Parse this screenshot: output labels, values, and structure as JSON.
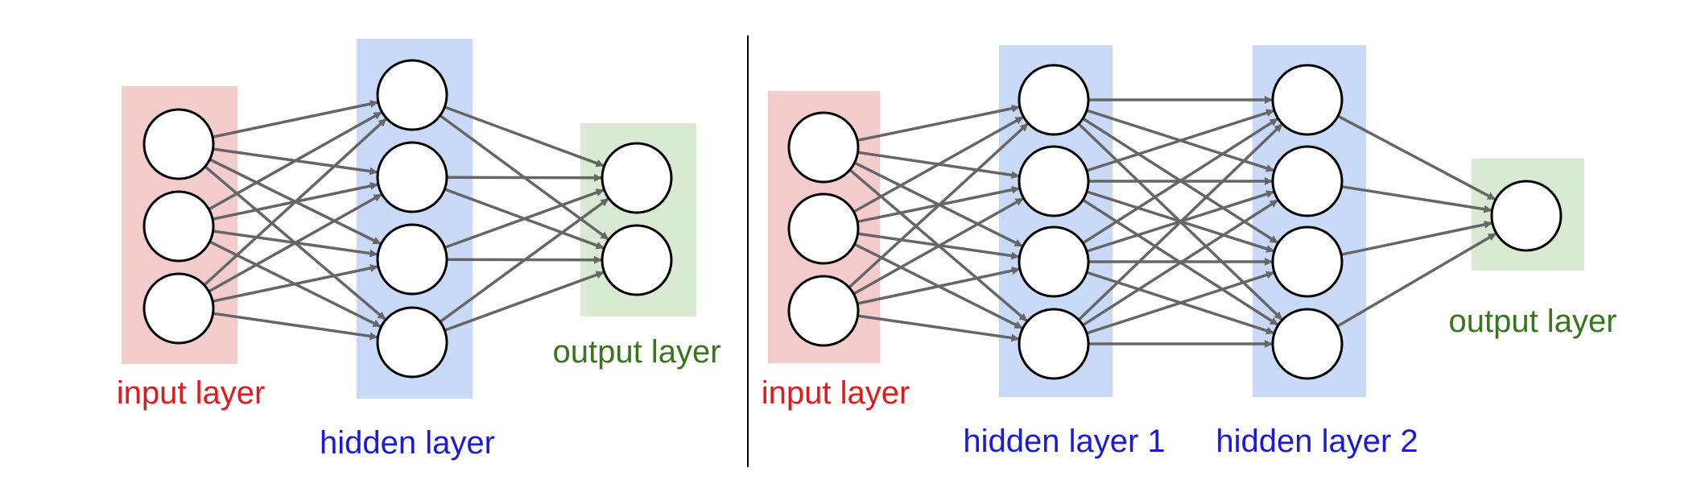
{
  "colors": {
    "input_band": "#f4cccc",
    "hidden_band": "#c9daf8",
    "output_band": "#d9ead3",
    "input_text": "#e31a1c",
    "hidden_text": "#1a1adb",
    "output_text": "#38761d",
    "edge": "#666666",
    "node_stroke": "#000000",
    "node_fill": "#ffffff",
    "divider": "#000000"
  },
  "left_network": {
    "layers": [
      {
        "label": "input layer",
        "role": "input",
        "nodes": 3
      },
      {
        "label": "hidden layer",
        "role": "hidden",
        "nodes": 4
      },
      {
        "label": "output layer",
        "role": "output",
        "nodes": 2
      }
    ]
  },
  "right_network": {
    "layers": [
      {
        "label": "input layer",
        "role": "input",
        "nodes": 3
      },
      {
        "label": "hidden layer 1",
        "role": "hidden",
        "nodes": 4
      },
      {
        "label": "hidden layer 2",
        "role": "hidden",
        "nodes": 4
      },
      {
        "label": "output layer",
        "role": "output",
        "nodes": 1
      }
    ]
  }
}
